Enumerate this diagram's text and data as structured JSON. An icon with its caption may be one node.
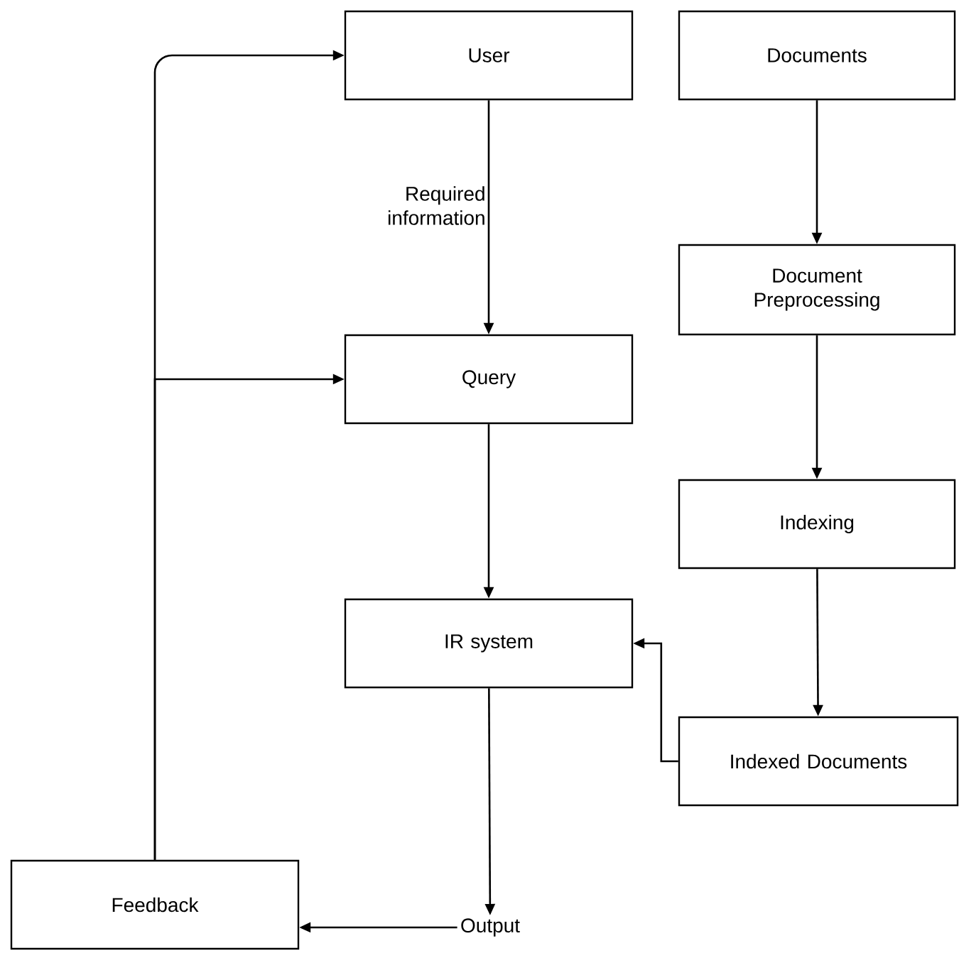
{
  "diagram": {
    "nodes": [
      {
        "text": [
          "User"
        ]
      },
      {
        "text": [
          "Documents"
        ]
      },
      {
        "text": [
          "Query"
        ]
      },
      {
        "text": [
          "Document Preprocessing"
        ]
      },
      {
        "text": [
          "Indexing"
        ]
      },
      {
        "text": [
          "IR system"
        ]
      },
      {
        "text": [
          "Indexed Documents"
        ]
      },
      {
        "text": [
          "Feedback"
        ]
      },
      {
        "text": [
          "Output"
        ]
      }
    ],
    "edges": [
      {
        "from": 0,
        "to": 2,
        "arrow": "to",
        "label": "Required information"
      },
      {
        "from": 1,
        "to": 3,
        "arrow": "to"
      },
      {
        "from": 3,
        "to": 4,
        "arrow": "to"
      },
      {
        "from": 4,
        "to": 6,
        "arrow": "to"
      },
      {
        "from": 6,
        "to": 5,
        "arrow": "to"
      },
      {
        "from": 2,
        "to": 5,
        "arrow": "to"
      },
      {
        "from": 5,
        "to": 8,
        "arrow": "to"
      },
      {
        "from": 8,
        "to": 7,
        "arrow": "to"
      },
      {
        "from": 7,
        "to": 0,
        "arrow": "to"
      },
      {
        "from": 7,
        "to": 2,
        "arrow": "to"
      }
    ]
  }
}
